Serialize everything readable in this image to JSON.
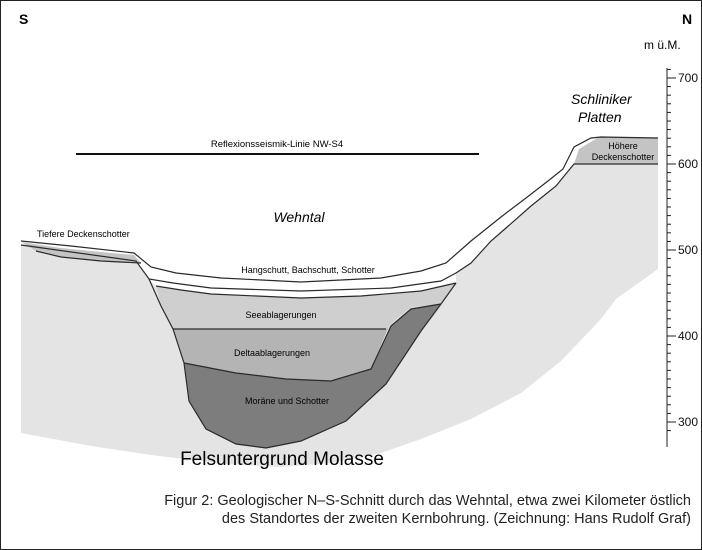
{
  "diagram": {
    "direction_left": "S",
    "direction_right": "N",
    "axis_unit": "m ü.M.",
    "axis_ticks": [
      {
        "label": "700",
        "value": 700
      },
      {
        "label": "600",
        "value": 600
      },
      {
        "label": "500",
        "value": 500
      },
      {
        "label": "400",
        "value": 400
      },
      {
        "label": "300",
        "value": 300
      }
    ],
    "seismic_line_label": "Reflexionsseismik-Linie NW-S4",
    "valley_name": "Wehntal",
    "plateau_name_line1": "Schliniker",
    "plateau_name_line2": "Platten",
    "layers": {
      "tiefere_deckenschotter": "Tiefere Deckenschotter",
      "hoehere_line1": "Höhere",
      "hoehere_line2": "Deckenschotter",
      "hangschutt": "Hangschutt, Bachschutt, Schotter",
      "seeablagerungen": "Seeablagerungen",
      "deltaablagerungen": "Deltaablagerungen",
      "moraene": "Moräne und Schotter",
      "felsuntergrund": "Felsuntergrund Molasse"
    },
    "colors": {
      "molasse": "#e4e4e4",
      "seeablagerungen": "#cfcfcf",
      "deltaablagerungen": "#b4b4b4",
      "moraene": "#7d7d7d",
      "deckenschotter": "#c4c4c4",
      "outline": "#2a2a2a"
    }
  },
  "caption": {
    "line1": "Figur 2: Geologischer N–S-Schnitt durch das Wehntal, etwa zwei Kilometer östlich",
    "line2": "des Standortes der zweiten Kernbohrung. (Zeichnung: Hans Rudolf Graf)"
  }
}
